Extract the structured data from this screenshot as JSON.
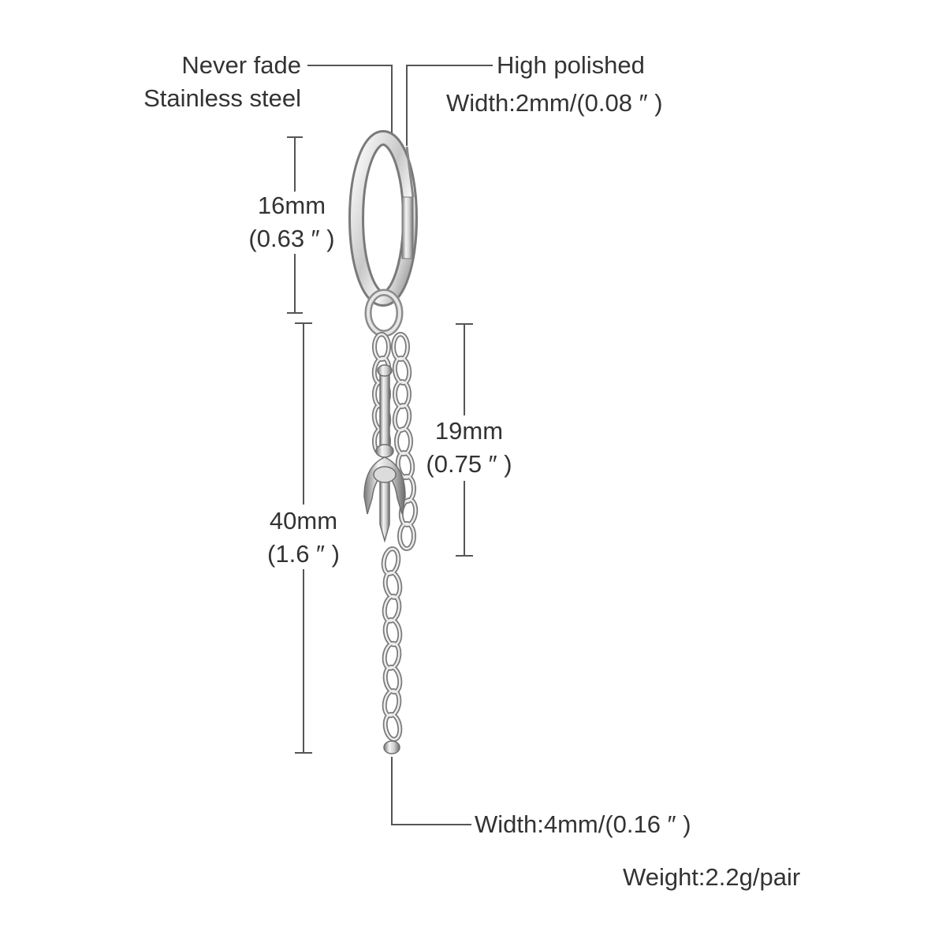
{
  "labels": {
    "material_line1": "Never fade",
    "material_line2": "Stainless steel",
    "finish_line1": "High polished",
    "finish_line2": "Width:2mm/(0.08 ″ )",
    "hoop_mm": "16mm",
    "hoop_in": "(0.63 ″ )",
    "total_mm": "40mm",
    "total_in": "(1.6 ″ )",
    "pendant_mm": "19mm",
    "pendant_in": "(0.75 ″ )",
    "chain_width": "Width:4mm/(0.16 ″ )",
    "weight": "Weight:2.2g/pair"
  },
  "colors": {
    "text": "#333333",
    "leader_line": "#555555",
    "metal_light": "#f2f2f2",
    "metal_mid": "#bdbdbd",
    "metal_dark": "#6e6e6e"
  }
}
